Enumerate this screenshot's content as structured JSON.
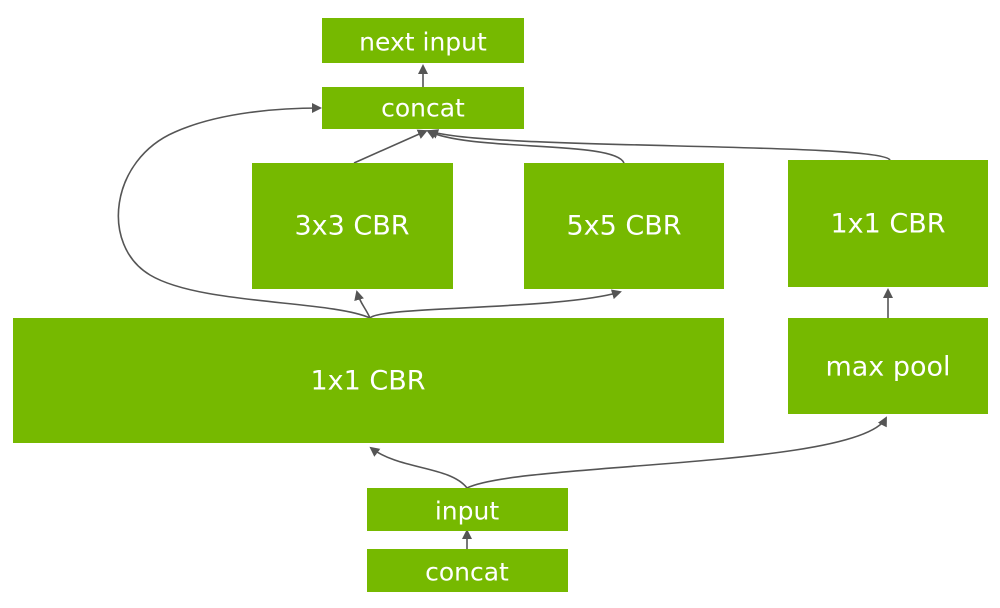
{
  "diagram": {
    "colors": {
      "box_fill": "#76b900",
      "box_text": "#ffffff",
      "edge": "#555555",
      "background": "#ffffff"
    },
    "nodes": {
      "next_input": "next input",
      "concat_top": "concat",
      "conv3x3": "3x3 CBR",
      "conv5x5": "5x5 CBR",
      "conv1x1_right": "1x1 CBR",
      "conv1x1_main": "1x1 CBR",
      "max_pool": "max pool",
      "input": "input",
      "concat_bottom": "concat"
    },
    "edges": [
      {
        "from": "concat_bottom",
        "to": "input"
      },
      {
        "from": "input",
        "to": "conv1x1_main"
      },
      {
        "from": "input",
        "to": "max_pool"
      },
      {
        "from": "max_pool",
        "to": "conv1x1_right"
      },
      {
        "from": "conv1x1_main",
        "to": "conv3x3"
      },
      {
        "from": "conv1x1_main",
        "to": "conv5x5"
      },
      {
        "from": "conv1x1_main",
        "to": "concat_top"
      },
      {
        "from": "conv3x3",
        "to": "concat_top"
      },
      {
        "from": "conv5x5",
        "to": "concat_top"
      },
      {
        "from": "conv1x1_right",
        "to": "concat_top"
      },
      {
        "from": "concat_top",
        "to": "next_input"
      }
    ]
  }
}
